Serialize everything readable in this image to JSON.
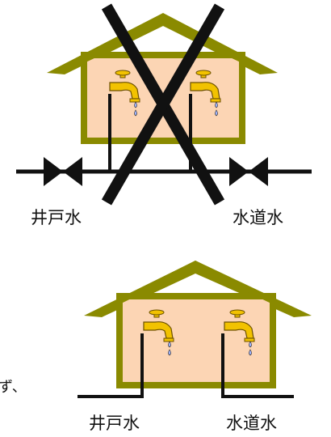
{
  "colors": {
    "roof": "#8a8a00",
    "wall": "#fcd5b4",
    "wall_border": "#8a8a00",
    "pipe": "#111111",
    "faucet": "#f2c200",
    "faucet_outline": "#6b5000",
    "drop": "#9db3ff",
    "cross": "#111111"
  },
  "icons": {
    "faucet": "faucet-icon",
    "valve": "valve-icon",
    "water_drop": "water-drop-icon",
    "cross_mark": "cross-mark-icon"
  },
  "top_diagram": {
    "left_label": "井戸水",
    "right_label": "水道水",
    "status": "prohibited"
  },
  "bottom_diagram": {
    "left_label": "井戸水",
    "right_label": "水道水",
    "status": "allowed"
  },
  "side_text": "ず、"
}
